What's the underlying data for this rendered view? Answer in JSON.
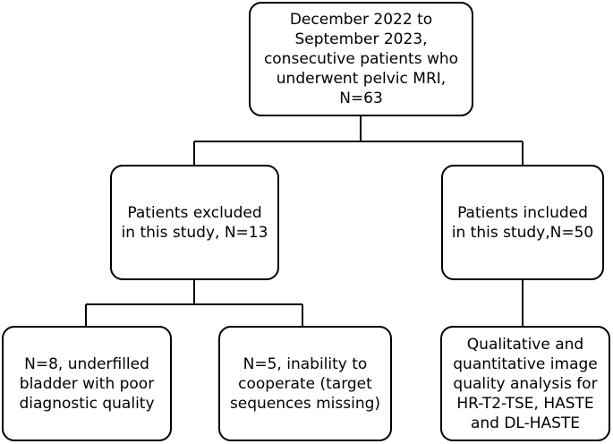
{
  "nodes": {
    "top": {
      "lines": [
        "December 2022 to",
        "September 2023,",
        "consecutive patients who",
        "underwent pelvic MRI,",
        "N=63"
      ]
    },
    "excluded": {
      "lines": [
        "Patients excluded",
        "in this study, N=13"
      ]
    },
    "included": {
      "lines": [
        "Patients included",
        "in this study,N=50"
      ]
    },
    "excluded_a": {
      "lines": [
        "N=8, underfilled",
        "bladder with poor",
        "diagnostic quality"
      ]
    },
    "excluded_b": {
      "lines": [
        "N=5, inability to",
        "cooperate (target",
        "sequences missing)"
      ]
    },
    "analysis": {
      "lines": [
        "Qualitative and",
        "quantitative image",
        "quality analysis for",
        "HR-T2-TSE, HASTE",
        "and DL-HASTE"
      ]
    }
  },
  "edges": [
    {
      "from": "top",
      "to": "excluded"
    },
    {
      "from": "top",
      "to": "included"
    },
    {
      "from": "excluded",
      "to": "excluded_a"
    },
    {
      "from": "excluded",
      "to": "excluded_b"
    },
    {
      "from": "included",
      "to": "analysis"
    }
  ]
}
